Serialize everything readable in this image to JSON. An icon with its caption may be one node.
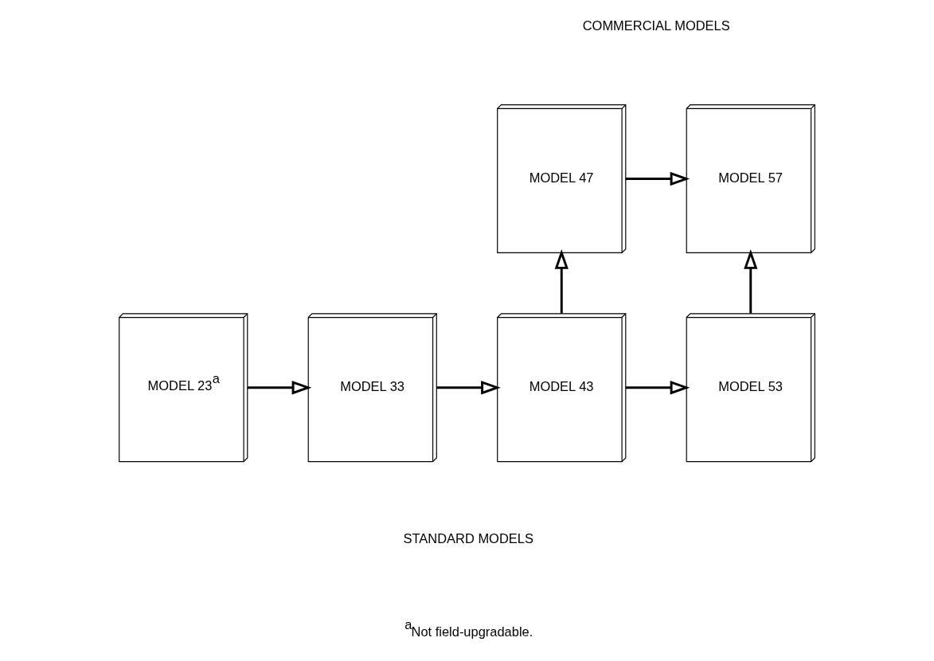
{
  "diagram": {
    "nodes": [
      {
        "text": [
          "MODEL 47"
        ]
      },
      {
        "text": [
          "MODEL 57"
        ]
      },
      {
        "text": [
          "MODEL 23$^{a}$"
        ]
      },
      {
        "text": [
          "MODEL 33"
        ]
      },
      {
        "text": [
          "MODEL 43"
        ]
      },
      {
        "text": [
          "MODEL 53"
        ]
      }
    ],
    "edges": [
      {
        "from": 0,
        "to": 1,
        "arrow": "to"
      },
      {
        "from": 4,
        "to": 0,
        "arrow": "to"
      },
      {
        "from": 5,
        "to": 1,
        "arrow": "to"
      },
      {
        "from": 2,
        "to": 3,
        "arrow": "to"
      },
      {
        "from": 3,
        "to": 4,
        "arrow": "to"
      },
      {
        "from": 4,
        "to": 5,
        "arrow": "to"
      }
    ],
    "labels": [
      "COMMERCIAL MODELS",
      "STANDARD MODELS",
      "$^{a}$Not field-upgradable."
    ]
  }
}
